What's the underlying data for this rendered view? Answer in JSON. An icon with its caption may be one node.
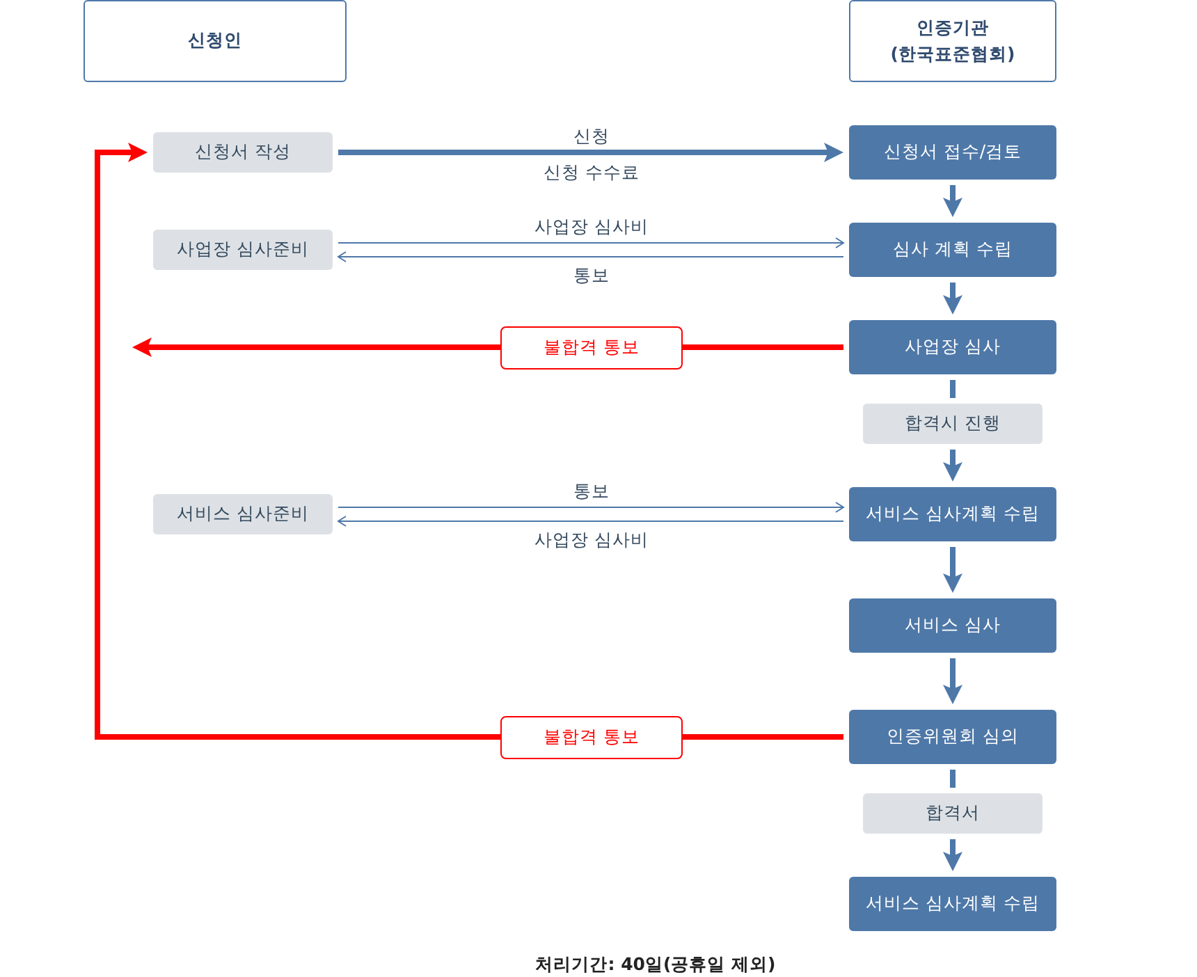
{
  "diagram": {
    "caption": "처리기간: 40일(공휴일 제외)",
    "nodes": [
      {
        "text": [
          "신청인"
        ]
      },
      {
        "text": [
          "인증기관 (한국표준협회)"
        ]
      },
      {
        "text": [
          "신청서 작성"
        ]
      },
      {
        "text": [
          "신청서 접수/검토"
        ]
      },
      {
        "text": [
          "사업장 심사준비"
        ]
      },
      {
        "text": [
          "심사 계획 수립"
        ]
      },
      {
        "text": [
          "사업장 심사"
        ]
      },
      {
        "text": [
          "합격시 진행"
        ]
      },
      {
        "text": [
          "서비스 심사준비"
        ]
      },
      {
        "text": [
          "서비스 심사계획 수립"
        ]
      },
      {
        "text": [
          "서비스 심사"
        ]
      },
      {
        "text": [
          "인증위원회 심의"
        ]
      },
      {
        "text": [
          "합격서"
        ]
      },
      {
        "text": [
          "서비스 심사계획 수립"
        ]
      }
    ],
    "edges": [
      {
        "from": 2,
        "to": 3,
        "arrow": "to",
        "label": "신청"
      },
      {
        "from": 3,
        "to": 5,
        "arrow": "to"
      },
      {
        "from": 4,
        "to": 5,
        "arrow": "to",
        "label": "사업장 심사비"
      },
      {
        "from": 5,
        "to": 4,
        "arrow": "to",
        "label": "통보"
      },
      {
        "from": 5,
        "to": 6,
        "arrow": "to"
      },
      {
        "from": 6,
        "to": null,
        "arrow": "to",
        "label": "불합격 통보",
        "color": "#ff0000"
      },
      {
        "from": 6,
        "to": 7,
        "arrow": "none"
      },
      {
        "from": 7,
        "to": 9,
        "arrow": "to"
      },
      {
        "from": 8,
        "to": 9,
        "arrow": "to",
        "label": "통보"
      },
      {
        "from": 9,
        "to": 8,
        "arrow": "to",
        "label": "사업장 심사비"
      },
      {
        "from": 9,
        "to": 10,
        "arrow": "to"
      },
      {
        "from": 10,
        "to": 11,
        "arrow": "to"
      },
      {
        "from": 11,
        "to": 2,
        "arrow": "to",
        "label": "불합격 통보",
        "color": "#ff0000"
      },
      {
        "from": 11,
        "to": 12,
        "arrow": "none"
      },
      {
        "from": 12,
        "to": 13,
        "arrow": "to"
      }
    ],
    "labels": [
      "신청 수수료"
    ]
  }
}
